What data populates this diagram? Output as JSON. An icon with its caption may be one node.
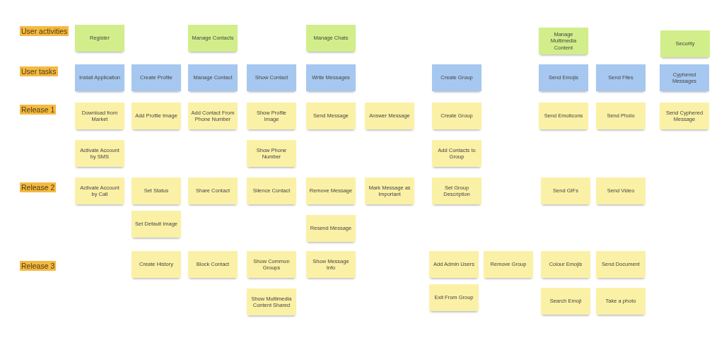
{
  "diagram": {
    "nodes": [
      {
        "text": [
          "Register"
        ]
      },
      {
        "text": [
          "Manage Contacts"
        ]
      },
      {
        "text": [
          "Manage Chats"
        ]
      },
      {
        "text": [
          "Manage Multimedia Content"
        ]
      },
      {
        "text": [
          "Security"
        ]
      },
      {
        "text": [
          "Install Application"
        ]
      },
      {
        "text": [
          "Create Profile"
        ]
      },
      {
        "text": [
          "Manage Contact"
        ]
      },
      {
        "text": [
          "Show Contact"
        ]
      },
      {
        "text": [
          "Write Messages"
        ]
      },
      {
        "text": [
          "Create Group"
        ]
      },
      {
        "text": [
          "Send Emojis"
        ]
      },
      {
        "text": [
          "Send Files"
        ]
      },
      {
        "text": [
          "Cyphered Messages"
        ]
      },
      {
        "text": [
          "Download from Market"
        ]
      },
      {
        "text": [
          "Add Profile Image"
        ]
      },
      {
        "text": [
          "Add Contact From Phone Number"
        ]
      },
      {
        "text": [
          "Show Profile Image"
        ]
      },
      {
        "text": [
          "Send Message"
        ]
      },
      {
        "text": [
          "Answer Message"
        ]
      },
      {
        "text": [
          "Create Group"
        ]
      },
      {
        "text": [
          "Send Emoticons"
        ]
      },
      {
        "text": [
          "Send Photo"
        ]
      },
      {
        "text": [
          "Send Cyphered Message"
        ]
      },
      {
        "text": [
          "Activate Account by SMS"
        ]
      },
      {
        "text": [
          "Show Phone Number"
        ]
      },
      {
        "text": [
          "Add Contacts to Group"
        ]
      },
      {
        "text": [
          "Activate Account by Call"
        ]
      },
      {
        "text": [
          "Set Status"
        ]
      },
      {
        "text": [
          "Share Contact"
        ]
      },
      {
        "text": [
          "Silence Contact"
        ]
      },
      {
        "text": [
          "Remove Message"
        ]
      },
      {
        "text": [
          "Mark Message as Important"
        ]
      },
      {
        "text": [
          "Set Group Description"
        ]
      },
      {
        "text": [
          "Send GIFs"
        ]
      },
      {
        "text": [
          "Send Video"
        ]
      },
      {
        "text": [
          "Set Default Image"
        ]
      },
      {
        "text": [
          "Resend Message"
        ]
      },
      {
        "text": [
          "Create History"
        ]
      },
      {
        "text": [
          "Block Contact"
        ]
      },
      {
        "text": [
          "Show Common Groups"
        ]
      },
      {
        "text": [
          "Show Message Info"
        ]
      },
      {
        "text": [
          "Add Admin Users"
        ]
      },
      {
        "text": [
          "Remove Group"
        ]
      },
      {
        "text": [
          "Colour Emojis"
        ]
      },
      {
        "text": [
          "Send Document"
        ]
      },
      {
        "text": [
          "Show Multimedia Content Shared"
        ]
      },
      {
        "text": [
          "Exit From Group"
        ]
      },
      {
        "text": [
          "Search Emoji"
        ]
      },
      {
        "text": [
          "Take a photo"
        ]
      }
    ],
    "labels": [
      "User activities",
      "User tasks",
      "Release 1",
      "Release 2",
      "Release 3"
    ]
  }
}
